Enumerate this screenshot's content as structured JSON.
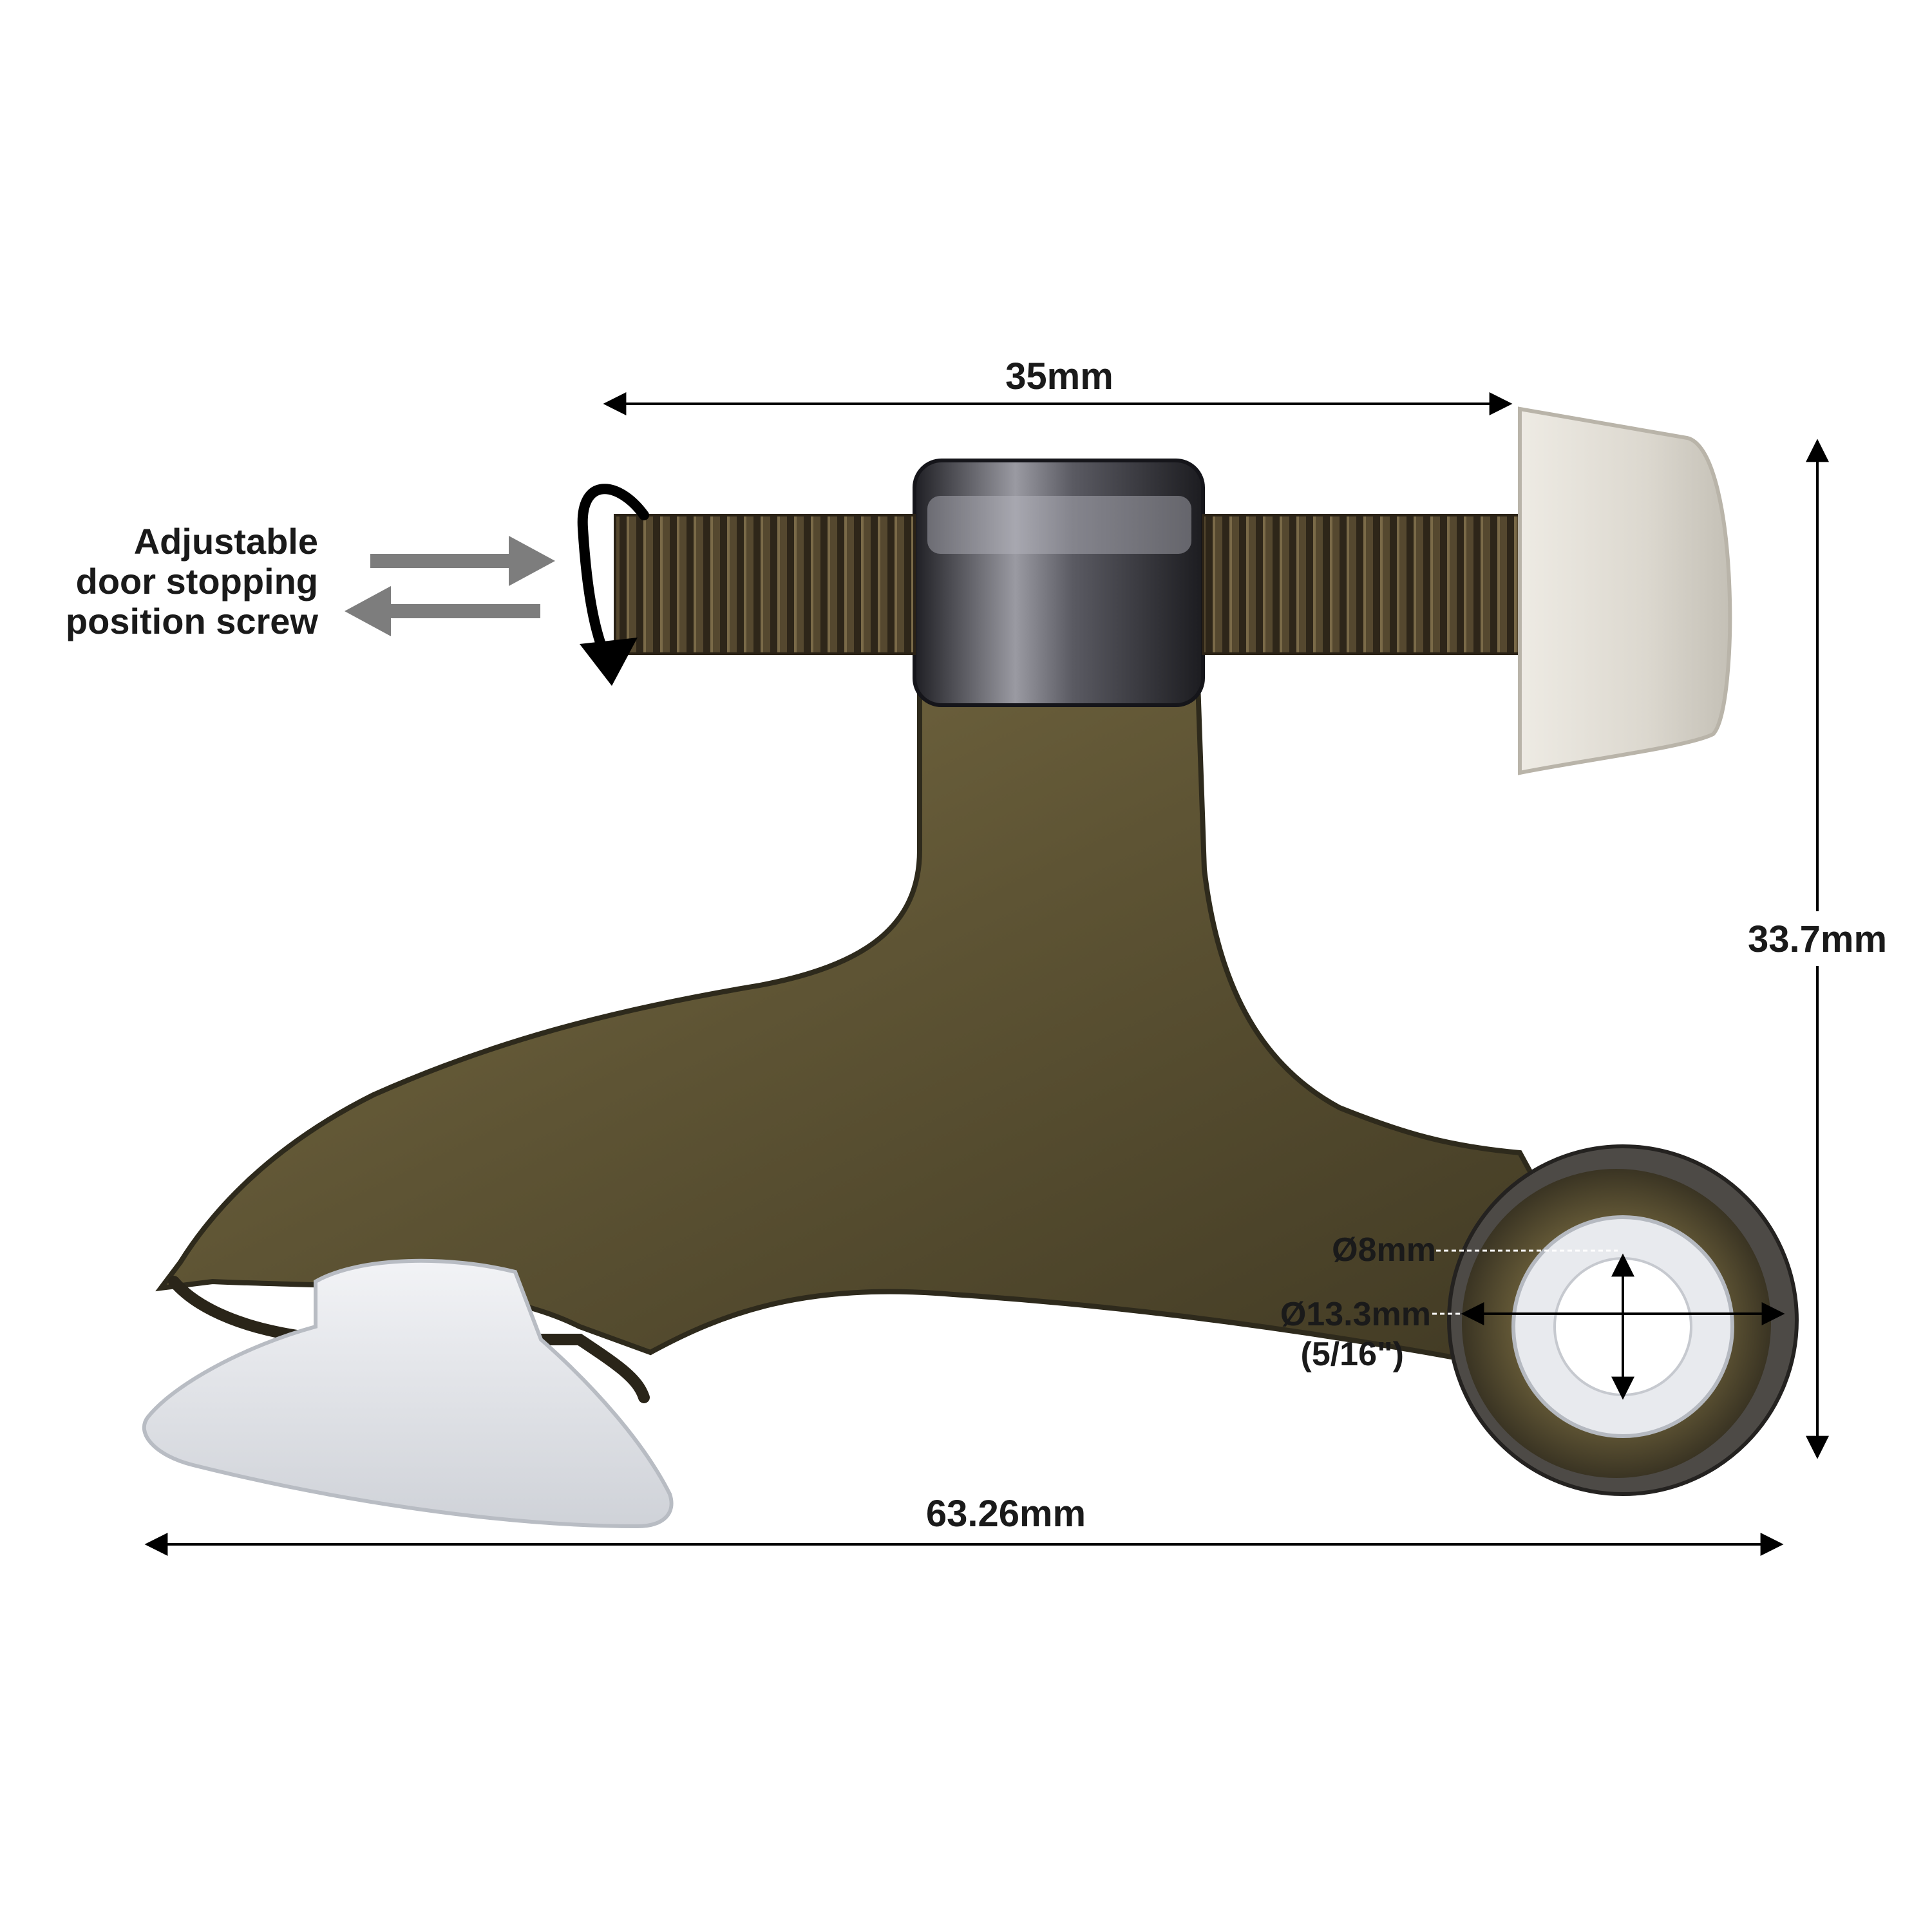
{
  "annotation": {
    "lines": [
      "Adjustable",
      "door stopping",
      "position screw"
    ]
  },
  "dimensions": {
    "screw_length": "35mm",
    "overall_height": "33.7mm",
    "overall_length": "63.26mm",
    "inner_diameter": "Ø8mm",
    "outer_diameter": "Ø13.3mm",
    "outer_diameter_imperial": "(5/16\")"
  },
  "colors": {
    "background": "#ffffff",
    "brass": "#6b5f3a",
    "brass_dark": "#3d3622",
    "rubber": "#dedad2",
    "bumper": "#e6e8ec",
    "thread": "#4a3f2a",
    "arrow_gray": "#7d7d7d",
    "dimension_line": "#000000"
  }
}
